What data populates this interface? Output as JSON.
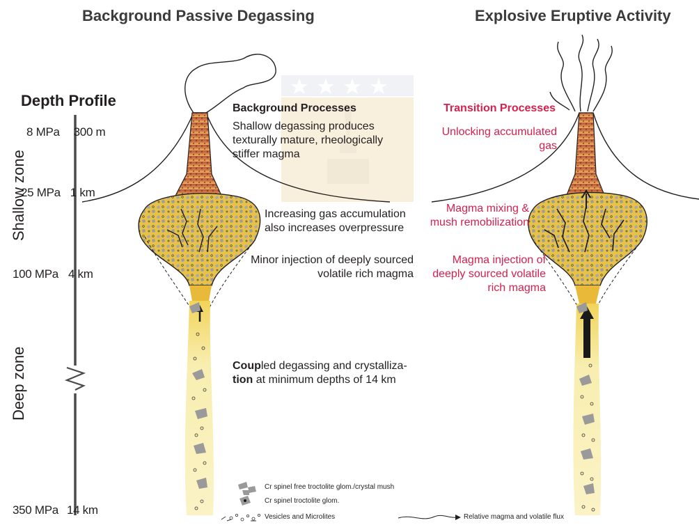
{
  "titles": {
    "left": "Background Passive Degassing",
    "right": "Explosive Eruptive Activity"
  },
  "depth": {
    "title": "Depth Profile",
    "levels": [
      {
        "pressure": "8 MPa",
        "depth": "300 m"
      },
      {
        "pressure": "25 MPa",
        "depth": "1 km"
      },
      {
        "pressure": "100 MPa",
        "depth": "4 km"
      },
      {
        "pressure": "350 MPa",
        "depth": "14 km"
      }
    ],
    "zones": {
      "shallow": "Shallow zone",
      "deep": "Deep zone"
    }
  },
  "left_notes": {
    "bg_title": "Background Processes",
    "bg_text": "Shallow degassing produces texturally mature, rheologically stiffer magma",
    "gas_accum": "Increasing gas accumulation also increases overpressure",
    "minor_injection": "Minor injection of deeply sourced volatile rich magma",
    "coupled_bold": "Coup",
    "coupled_a": "led degassing and crystalliza-",
    "coupled_bold2": "tion",
    "coupled_b": " at minimum depths of 14 km"
  },
  "right_notes": {
    "transition_title": "Transition Processes",
    "unlocking": "Unlocking accumulated gas",
    "mixing": "Magma mixing & mush remobilization",
    "injection": "Magma injection of deeply sourced volatile rich magma"
  },
  "legend": {
    "item1": "Cr spinel free troctolite glom./crystal mush",
    "item2": "Cr spinel troctolite glom.",
    "item3": "Vesicles and Microlites",
    "item4": "Relative magma and volatile flux"
  },
  "colors": {
    "red_text": "#d6204e",
    "conduit": "#c8683e",
    "reservoir": "#e8c24a",
    "deep_feed": "#f6eeb4",
    "crystal": "#9a9a9a"
  }
}
